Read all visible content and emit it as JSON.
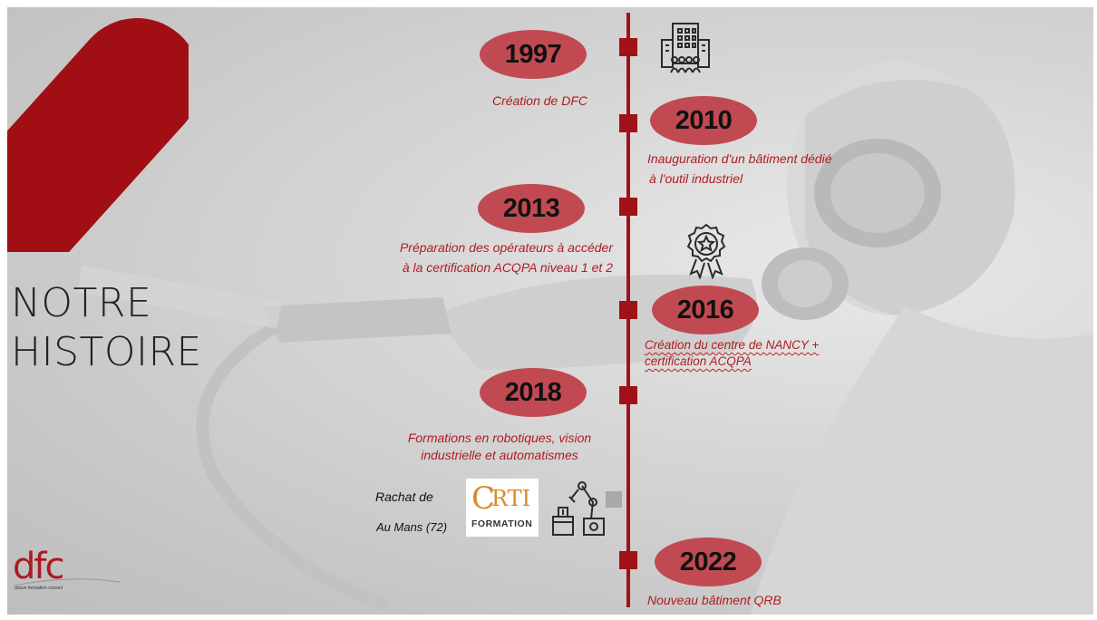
{
  "title": {
    "line1": "NOTRE",
    "line2": "HISTOIRE"
  },
  "colors": {
    "accent": "#a01218",
    "pill": "#c14a52",
    "caption": "#b01c22"
  },
  "timeline": [
    {
      "year": "1997",
      "caption_lines": [
        "Création de DFC"
      ],
      "icon": "office-building-icon"
    },
    {
      "year": "2010",
      "caption_lines": [
        "Inauguration d'un bâtiment dédié",
        "à  l'outil industriel"
      ]
    },
    {
      "year": "2013",
      "caption_lines": [
        "Préparation des opérateurs à accéder",
        "à la certification ACQPA niveau 1 et 2"
      ]
    },
    {
      "year": "2016",
      "caption_lines": [
        "Création du centre de NANCY +",
        "certification ACQPA"
      ],
      "icon": "award-badge-icon"
    },
    {
      "year": "2018",
      "caption_lines": [
        "Formations en robotiques, vision",
        "industrielle et automatismes"
      ]
    },
    {
      "year": "2022",
      "caption_lines": [
        "Nouveau bâtiment QRB"
      ]
    }
  ],
  "acquisition": {
    "label_line1": "Rachat de",
    "label_line2": "Au Mans (72)",
    "logo_letter": "C",
    "logo_rti": "RTI",
    "logo_formation": "FORMATION",
    "icon": "robot-arm-icon"
  },
  "company_logo": {
    "text": "dfc",
    "tagline": "douve formation conseil"
  }
}
